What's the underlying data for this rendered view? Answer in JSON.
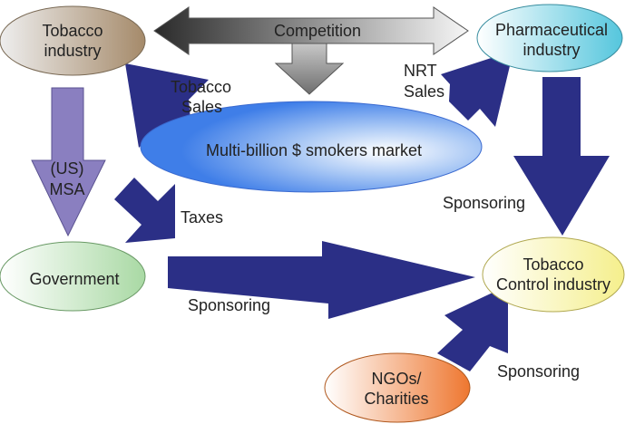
{
  "diagram": {
    "nodes": {
      "tobacco": {
        "line1": "Tobacco",
        "line2": "industry"
      },
      "pharma": {
        "line1": "Pharmaceutical",
        "line2": "industry"
      },
      "market": {
        "label": "Multi-billion $ smokers market"
      },
      "government": {
        "label": "Government"
      },
      "tci": {
        "line1": "Tobacco",
        "line2": "Control industry"
      },
      "ngo": {
        "line1": "NGOs/",
        "line2": "Charities"
      }
    },
    "edges": {
      "competition": "Competition",
      "tobacco_sales": {
        "line1": "Tobacco",
        "line2": "Sales"
      },
      "nrt_sales": {
        "line1": "NRT",
        "line2": "Sales"
      },
      "msa": {
        "line1": "(US)",
        "line2": "MSA"
      },
      "taxes": "Taxes",
      "sponsoring_pharma": "Sponsoring",
      "sponsoring_gov": "Sponsoring",
      "sponsoring_ngo": "Sponsoring"
    }
  }
}
